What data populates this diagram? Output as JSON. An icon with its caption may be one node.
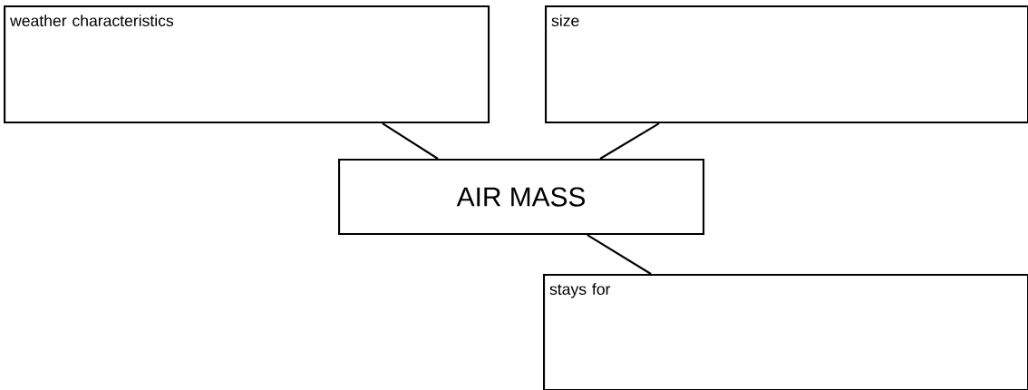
{
  "diagram": {
    "nodes": [
      {
        "text": [
          "weather characteristics"
        ]
      },
      {
        "text": [
          "size"
        ]
      },
      {
        "text": [
          "AIR MASS"
        ]
      },
      {
        "text": [
          "stays for"
        ]
      }
    ],
    "edges": [
      {
        "from": 0,
        "to": 2,
        "arrow": "none"
      },
      {
        "from": 1,
        "to": 2,
        "arrow": "none"
      },
      {
        "from": 2,
        "to": 3,
        "arrow": "none"
      }
    ]
  }
}
